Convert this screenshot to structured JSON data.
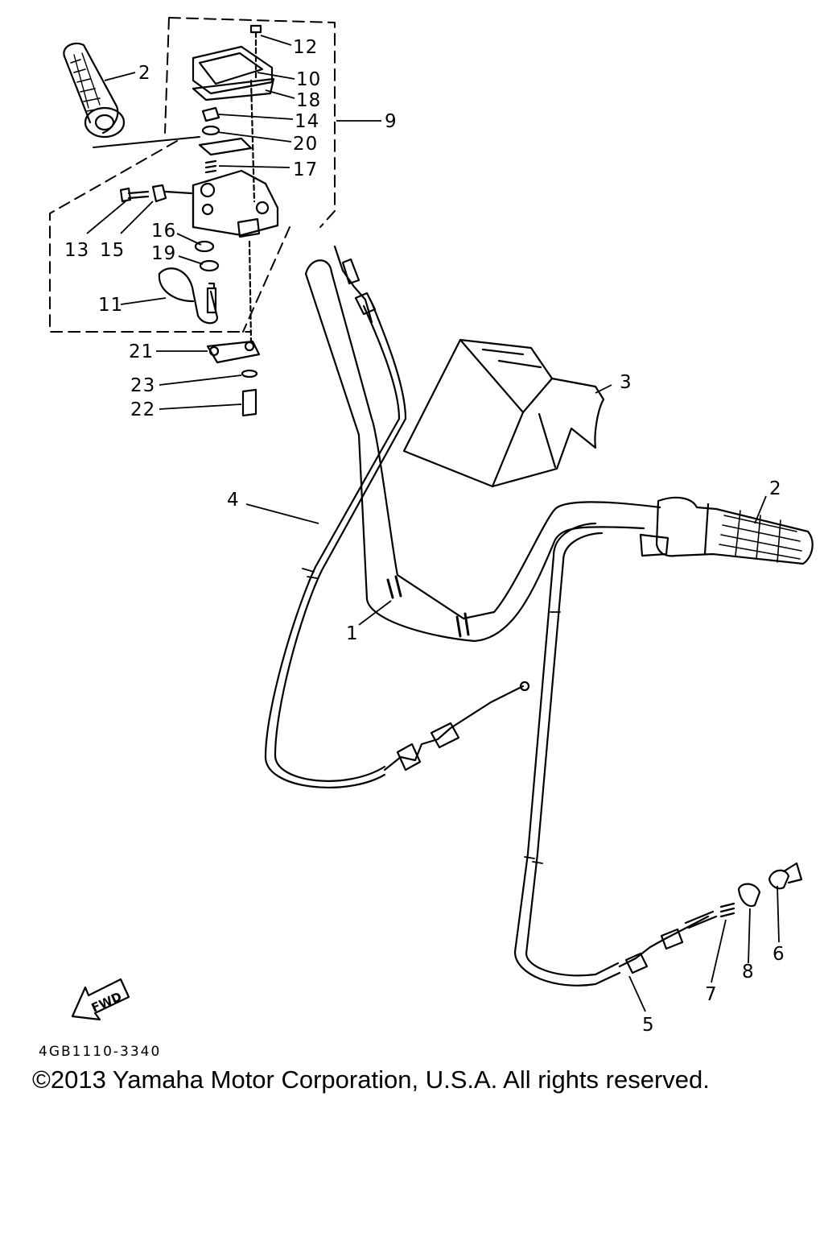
{
  "diagram": {
    "code": "4GB1110-3340",
    "copyright": "©2013 Yamaha Motor Corporation, U.S.A. All rights reserved.",
    "fwd_label": "FWD",
    "callouts": {
      "c1": "1",
      "c2a": "2",
      "c2b": "2",
      "c3": "3",
      "c4": "4",
      "c5": "5",
      "c6": "6",
      "c7": "7",
      "c8": "8",
      "c9": "9",
      "c10": "10",
      "c11": "11",
      "c12": "12",
      "c13": "13",
      "c14": "14",
      "c15": "15",
      "c16": "16",
      "c17": "17",
      "c18": "18",
      "c19": "19",
      "c20": "20",
      "c21": "21",
      "c22": "22",
      "c23": "23"
    }
  }
}
